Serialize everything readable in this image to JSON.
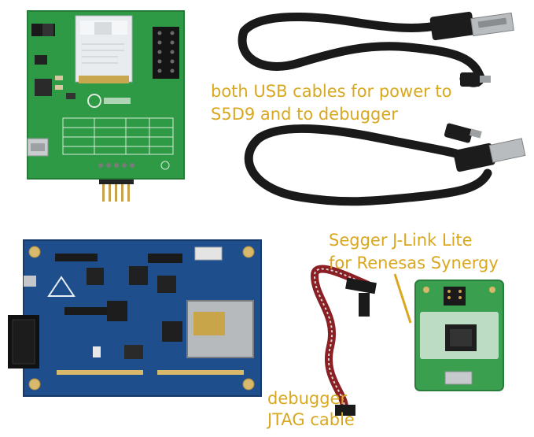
{
  "captions": {
    "usb_line1": "both USB cables for power to",
    "usb_line2": "S5D9 and to debugger",
    "jlink_line1": "Segger J-Link Lite",
    "jlink_line2": "for Renesas Synergy",
    "jtag_line1": "debugger",
    "jtag_line2": "JTAG cable"
  },
  "colors": {
    "caption": "#d9a820",
    "green_pcb": "#2f9a45",
    "blue_pcb": "#1f4e8c",
    "cable": "#1a1a1a",
    "ribbon": "#8a1f24"
  }
}
